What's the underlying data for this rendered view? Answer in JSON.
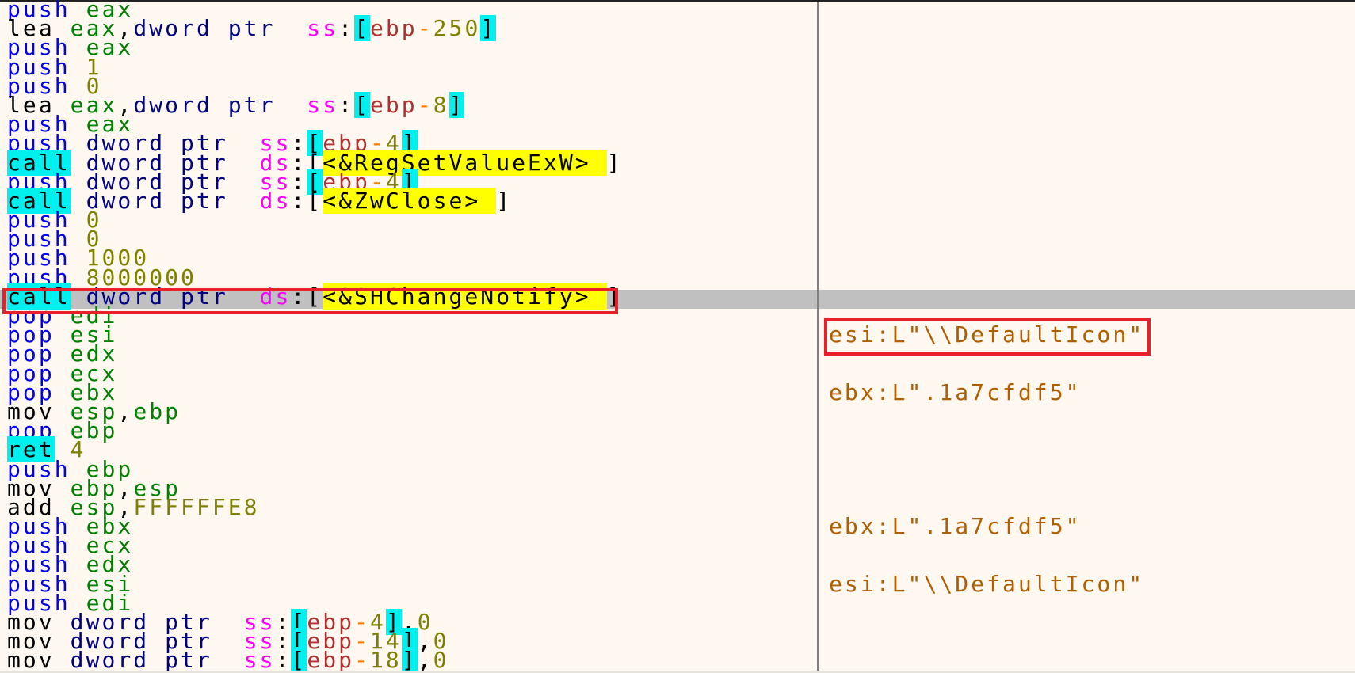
{
  "disassembly": {
    "rows": [
      {
        "mnemonic": "push",
        "ops": [
          [
            "reg",
            "eax"
          ]
        ]
      },
      {
        "mnemonic": "lea",
        "ops": [
          [
            "reg",
            "eax"
          ],
          [
            "comma",
            ","
          ],
          [
            "size",
            "dword ptr "
          ],
          [
            "seg",
            " ss"
          ],
          [
            "colon",
            ":"
          ],
          [
            "br",
            "["
          ],
          [
            "breg",
            "ebp"
          ],
          [
            "minus",
            "-"
          ],
          [
            "num",
            "250"
          ],
          [
            "br",
            "]"
          ]
        ]
      },
      {
        "mnemonic": "push",
        "ops": [
          [
            "reg",
            "eax"
          ]
        ]
      },
      {
        "mnemonic": "push",
        "ops": [
          [
            "num",
            "1"
          ]
        ]
      },
      {
        "mnemonic": "push",
        "ops": [
          [
            "num",
            "0"
          ]
        ]
      },
      {
        "mnemonic": "lea",
        "ops": [
          [
            "reg",
            "eax"
          ],
          [
            "comma",
            ","
          ],
          [
            "size",
            "dword ptr "
          ],
          [
            "seg",
            " ss"
          ],
          [
            "colon",
            ":"
          ],
          [
            "br",
            "["
          ],
          [
            "breg",
            "ebp"
          ],
          [
            "minus",
            "-"
          ],
          [
            "num",
            "8"
          ],
          [
            "br",
            "]"
          ]
        ]
      },
      {
        "mnemonic": "push",
        "ops": [
          [
            "reg",
            "eax"
          ]
        ]
      },
      {
        "mnemonic": "push",
        "ops": [
          [
            "size",
            "dword ptr "
          ],
          [
            "seg",
            " ss"
          ],
          [
            "colon",
            ":"
          ],
          [
            "br",
            "["
          ],
          [
            "breg",
            "ebp"
          ],
          [
            "minus",
            "-"
          ],
          [
            "num",
            "4"
          ],
          [
            "br",
            "]"
          ]
        ]
      },
      {
        "mnemonic": "call",
        "ops": [
          [
            "size",
            "dword ptr "
          ],
          [
            "seg",
            " ds"
          ],
          [
            "colon",
            ":"
          ],
          [
            "brn",
            "["
          ],
          [
            "api",
            "<&RegSetValueExW> "
          ],
          [
            "brn",
            "]"
          ]
        ]
      },
      {
        "mnemonic": "push",
        "ops": [
          [
            "size",
            "dword ptr "
          ],
          [
            "seg",
            " ss"
          ],
          [
            "colon",
            ":"
          ],
          [
            "br",
            "["
          ],
          [
            "breg",
            "ebp"
          ],
          [
            "minus",
            "-"
          ],
          [
            "num",
            "4"
          ],
          [
            "br",
            "]"
          ]
        ]
      },
      {
        "mnemonic": "call",
        "ops": [
          [
            "size",
            "dword ptr "
          ],
          [
            "seg",
            " ds"
          ],
          [
            "colon",
            ":"
          ],
          [
            "brn",
            "["
          ],
          [
            "api",
            "<&ZwClose> "
          ],
          [
            "brn",
            "]"
          ]
        ]
      },
      {
        "mnemonic": "push",
        "ops": [
          [
            "num",
            "0"
          ]
        ]
      },
      {
        "mnemonic": "push",
        "ops": [
          [
            "num",
            "0"
          ]
        ]
      },
      {
        "mnemonic": "push",
        "ops": [
          [
            "num",
            "1000"
          ]
        ]
      },
      {
        "mnemonic": "push",
        "ops": [
          [
            "num",
            "8000000"
          ]
        ]
      },
      {
        "mnemonic": "call",
        "ops": [
          [
            "size",
            "dword ptr "
          ],
          [
            "seg",
            " ds"
          ],
          [
            "colon",
            ":"
          ],
          [
            "brn",
            "["
          ],
          [
            "api",
            "<&SHChangeNotify> "
          ],
          [
            "brn",
            "]"
          ]
        ],
        "selected": true
      },
      {
        "mnemonic": "pop",
        "ops": [
          [
            "reg",
            "edi"
          ]
        ]
      },
      {
        "mnemonic": "pop",
        "ops": [
          [
            "reg",
            "esi"
          ]
        ],
        "comment": "esi:L\"\\\\DefaultIcon\""
      },
      {
        "mnemonic": "pop",
        "ops": [
          [
            "reg",
            "edx"
          ]
        ]
      },
      {
        "mnemonic": "pop",
        "ops": [
          [
            "reg",
            "ecx"
          ]
        ]
      },
      {
        "mnemonic": "pop",
        "ops": [
          [
            "reg",
            "ebx"
          ]
        ],
        "comment": "ebx:L\".1a7cfdf5\""
      },
      {
        "mnemonic": "mov",
        "ops": [
          [
            "reg",
            "esp"
          ],
          [
            "comma",
            ","
          ],
          [
            "reg",
            "ebp"
          ]
        ]
      },
      {
        "mnemonic": "pop",
        "ops": [
          [
            "reg",
            "ebp"
          ]
        ]
      },
      {
        "mnemonic": "ret",
        "ops": [
          [
            "num",
            "4"
          ]
        ]
      },
      {
        "mnemonic": "push",
        "ops": [
          [
            "reg",
            "ebp"
          ]
        ]
      },
      {
        "mnemonic": "mov",
        "ops": [
          [
            "reg",
            "ebp"
          ],
          [
            "comma",
            ","
          ],
          [
            "reg",
            "esp"
          ]
        ]
      },
      {
        "mnemonic": "add",
        "ops": [
          [
            "reg",
            "esp"
          ],
          [
            "comma",
            ","
          ],
          [
            "num",
            "FFFFFFE8"
          ]
        ]
      },
      {
        "mnemonic": "push",
        "ops": [
          [
            "reg",
            "ebx"
          ]
        ],
        "comment": "ebx:L\".1a7cfdf5\""
      },
      {
        "mnemonic": "push",
        "ops": [
          [
            "reg",
            "ecx"
          ]
        ]
      },
      {
        "mnemonic": "push",
        "ops": [
          [
            "reg",
            "edx"
          ]
        ]
      },
      {
        "mnemonic": "push",
        "ops": [
          [
            "reg",
            "esi"
          ]
        ],
        "comment": "esi:L\"\\\\DefaultIcon\""
      },
      {
        "mnemonic": "push",
        "ops": [
          [
            "reg",
            "edi"
          ]
        ]
      },
      {
        "mnemonic": "mov",
        "ops": [
          [
            "size",
            "dword ptr "
          ],
          [
            "seg",
            " ss"
          ],
          [
            "colon",
            ":"
          ],
          [
            "br",
            "["
          ],
          [
            "breg",
            "ebp"
          ],
          [
            "minus",
            "-"
          ],
          [
            "num",
            "4"
          ],
          [
            "br",
            "]"
          ],
          [
            "comma",
            ","
          ],
          [
            "num",
            "0"
          ]
        ]
      },
      {
        "mnemonic": "mov",
        "ops": [
          [
            "size",
            "dword ptr "
          ],
          [
            "seg",
            " ss"
          ],
          [
            "colon",
            ":"
          ],
          [
            "br",
            "["
          ],
          [
            "breg",
            "ebp"
          ],
          [
            "minus",
            "-"
          ],
          [
            "num",
            "14"
          ],
          [
            "br",
            "]"
          ],
          [
            "comma",
            ","
          ],
          [
            "num",
            "0"
          ]
        ]
      },
      {
        "mnemonic": "mov",
        "ops": [
          [
            "size",
            "dword ptr "
          ],
          [
            "seg",
            " ss"
          ],
          [
            "colon",
            ":"
          ],
          [
            "br",
            "["
          ],
          [
            "breg",
            "ebp"
          ],
          [
            "minus",
            "-"
          ],
          [
            "num",
            "18"
          ],
          [
            "br",
            "]"
          ],
          [
            "comma",
            ","
          ],
          [
            "num",
            "0"
          ]
        ]
      }
    ]
  },
  "annotations": {
    "highlight_instruction_box": {
      "row": 15,
      "color": "#e8202a"
    },
    "highlight_comment_box": {
      "row": 17,
      "color": "#e8202a"
    }
  },
  "colors": {
    "background": "#fff8f0",
    "selection": "#c0c0c0",
    "call_highlight": "#00f0f0",
    "api_highlight": "#ffff00",
    "comment": "#b05f00"
  }
}
